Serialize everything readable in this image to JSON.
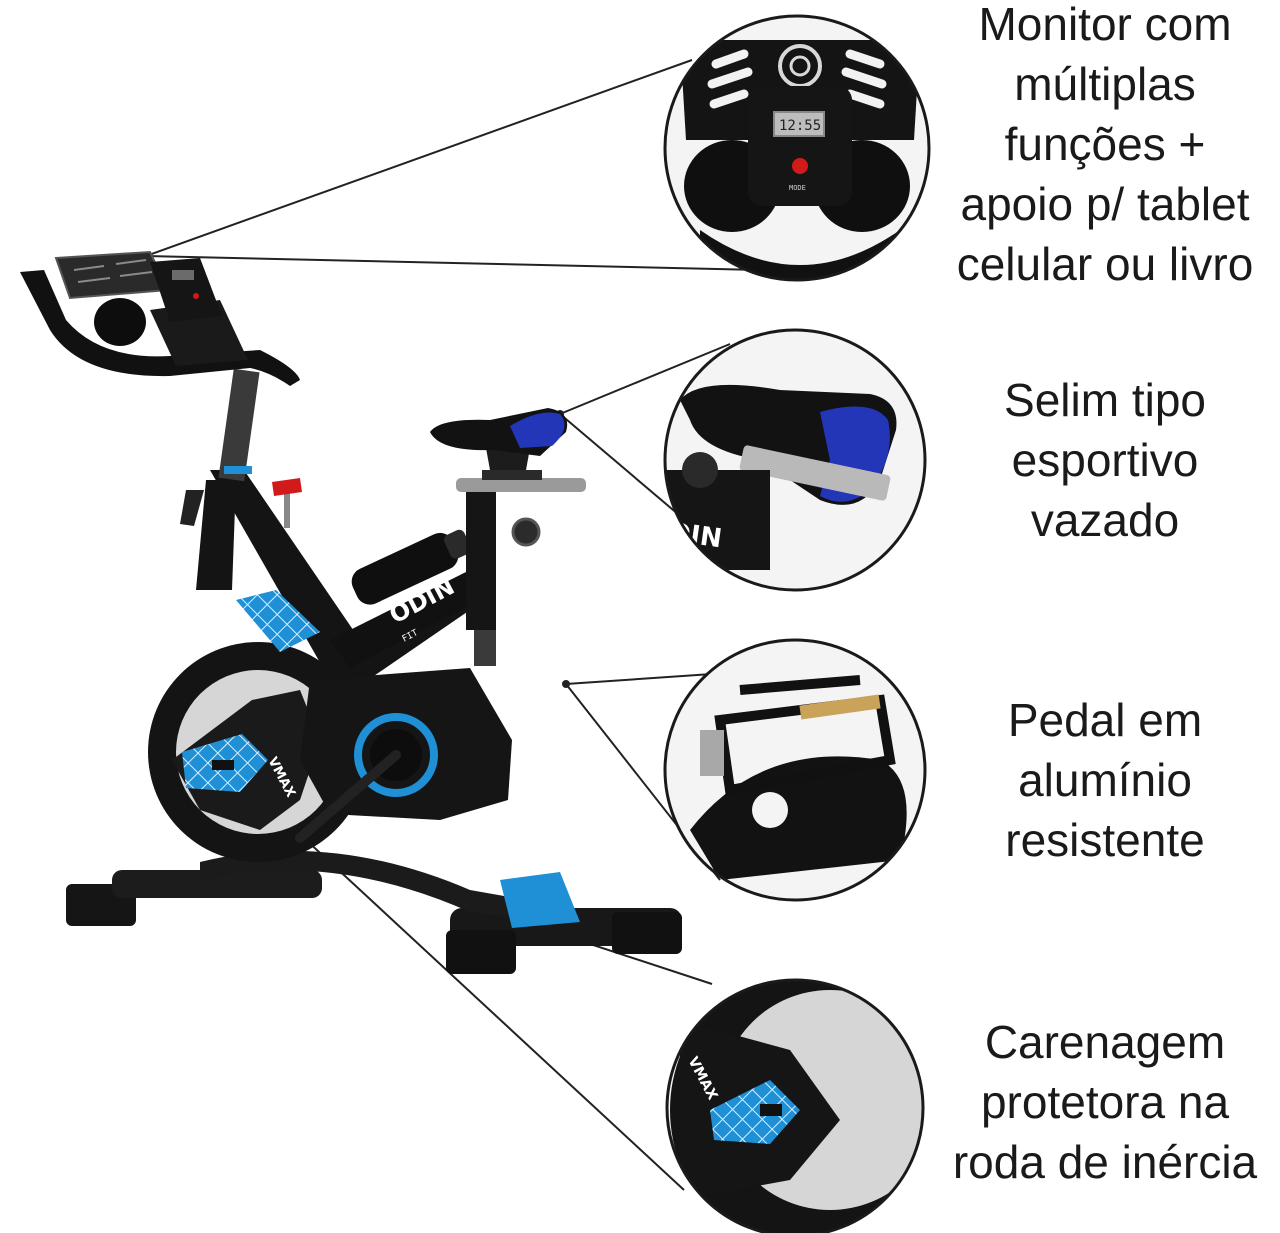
{
  "captions": {
    "monitor": [
      "Monitor com",
      "múltiplas",
      "funções +",
      "apoio p/ tablet",
      "celular ou livro"
    ],
    "seat": [
      "Selim tipo",
      "esportivo",
      "vazado"
    ],
    "pedal": [
      "Pedal em",
      "alumínio",
      "resistente"
    ],
    "guard": [
      "Carenagem",
      "protetora na",
      "roda de inércia"
    ]
  },
  "bike": {
    "frame_brand": "ODIN",
    "frame_sub": "FIT",
    "flywheel_label": "VMAX"
  },
  "monitor_display": {
    "time": "12:55",
    "button_label": "MODE"
  },
  "zoom_labels": {
    "seat_frame": "DIN",
    "flywheel": "VMAX"
  },
  "colors": {
    "frame": "#141414",
    "accent_blue": "#1f8fd6",
    "seat_blue": "#2436b8",
    "flywheel_gray": "#d6d6d6",
    "callout_line": "#222222",
    "reset_knob": "#d11a1a"
  }
}
